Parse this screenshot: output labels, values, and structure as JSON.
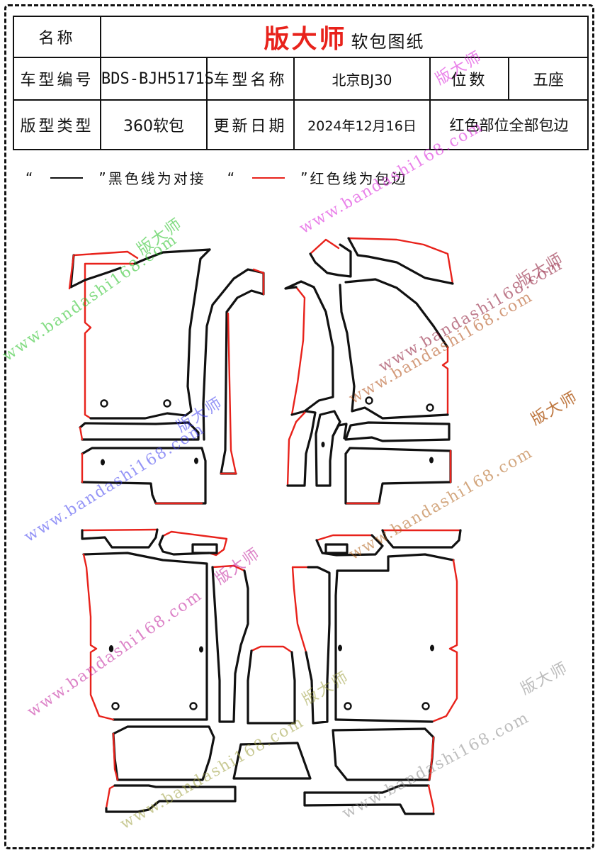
{
  "header": {
    "name_label": "名称",
    "title_main": "版大师",
    "title_sub": "软包图纸",
    "model_code_label": "车型编号",
    "model_code": "BDS-BJH5171S",
    "model_name_label": "车型名称",
    "model_name": "北京BJ30",
    "seats_label": "位数",
    "seats": "五座",
    "type_label": "版型类型",
    "type": "360软包",
    "date_label": "更新日期",
    "date": "2024年12月16日",
    "note": "红色部位全部包边"
  },
  "legend": {
    "quote_open": "“",
    "quote_close": "”",
    "black_text": "黑色线为对接",
    "red_text": "红色线为包边"
  },
  "watermark": {
    "url": "www.bandashi168.com",
    "brand": "版大师"
  },
  "colors": {
    "edge_binding": "#e8221b",
    "seam_join": "#111111",
    "title": "#e8221b"
  }
}
